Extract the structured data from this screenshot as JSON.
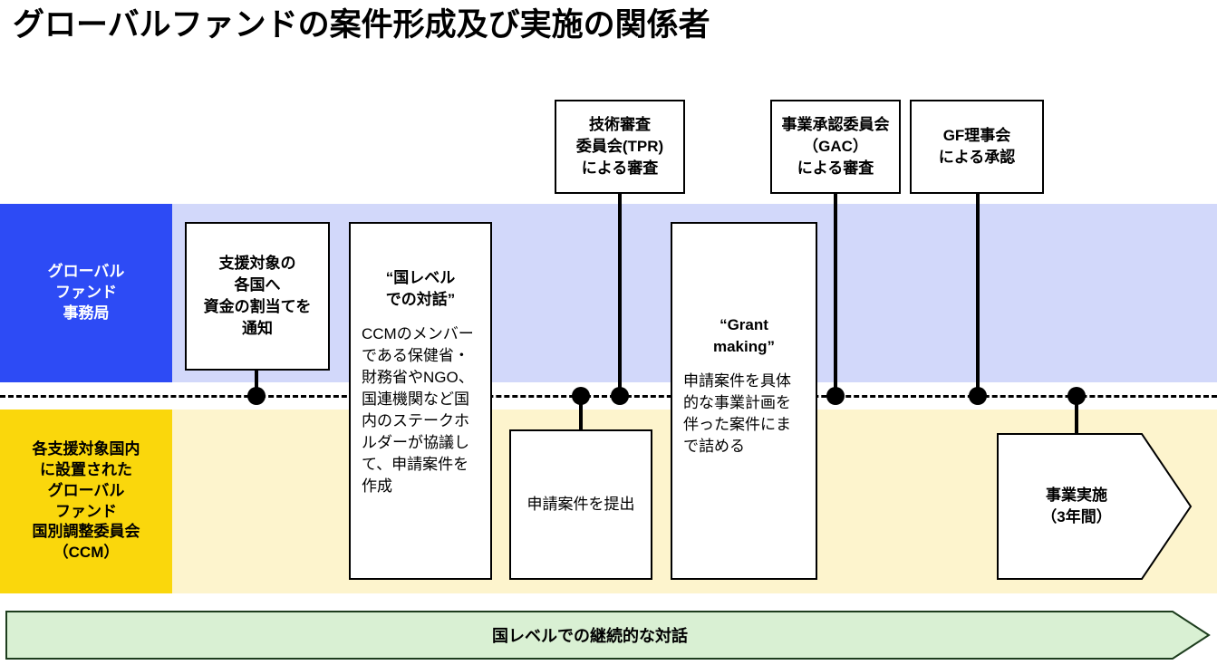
{
  "title": "グローバルファンドの案件形成及び実施の関係者",
  "colors": {
    "upper_band": "#d2d8fa",
    "lower_band": "#fdf4cd",
    "gf_lane": "#2d4bf5",
    "ccm_lane": "#fad70c",
    "banner": "#d9f0d3",
    "box_fill": "#ffffff",
    "stroke": "#000000"
  },
  "lanes": {
    "gf": {
      "label": "グローバル\nファンド\n事務局",
      "lines": [
        "グローバル",
        "ファンド",
        "事務局"
      ]
    },
    "ccm": {
      "label": "各支援対象国内に設置されたグローバルファンド国別調整委員会（CCM）",
      "lines": [
        "各支援対象国内",
        "に設置された",
        "グローバル",
        "ファンド",
        "国別調整委員会",
        "（CCM）"
      ]
    }
  },
  "top_boxes": [
    {
      "name": "technical-review-panel",
      "lines": [
        "技術審査",
        "委員会(TPR)",
        "による審査"
      ]
    },
    {
      "name": "grant-approval-committee",
      "lines": [
        "事業承認委員会",
        "（GAC）",
        "による審査"
      ]
    },
    {
      "name": "gf-board-approval",
      "lines": [
        "GF理事会",
        "による承認"
      ]
    }
  ],
  "process_boxes": {
    "allocation": {
      "lines": [
        "支援対象の",
        "各国へ",
        "資金の割当てを",
        "通知"
      ]
    },
    "country_dialogue": {
      "title_lines": [
        "“国レベル",
        "での対話”"
      ],
      "body": "CCMのメンバーである保健省・財務省やNGO、国連機関など国内のステークホルダーが協議して、申請案件を作成"
    },
    "submit_application": {
      "label": "申請案件を提出"
    },
    "grant_making": {
      "title_lines": [
        "“Grant",
        "making”"
      ],
      "body": "申請案件を具体的な事業計画を伴った案件にまで詰める"
    },
    "implementation": {
      "lines": [
        "事業実施",
        "（3年間）"
      ]
    }
  },
  "banner": {
    "label": "国レベルでの継続的な対話"
  }
}
